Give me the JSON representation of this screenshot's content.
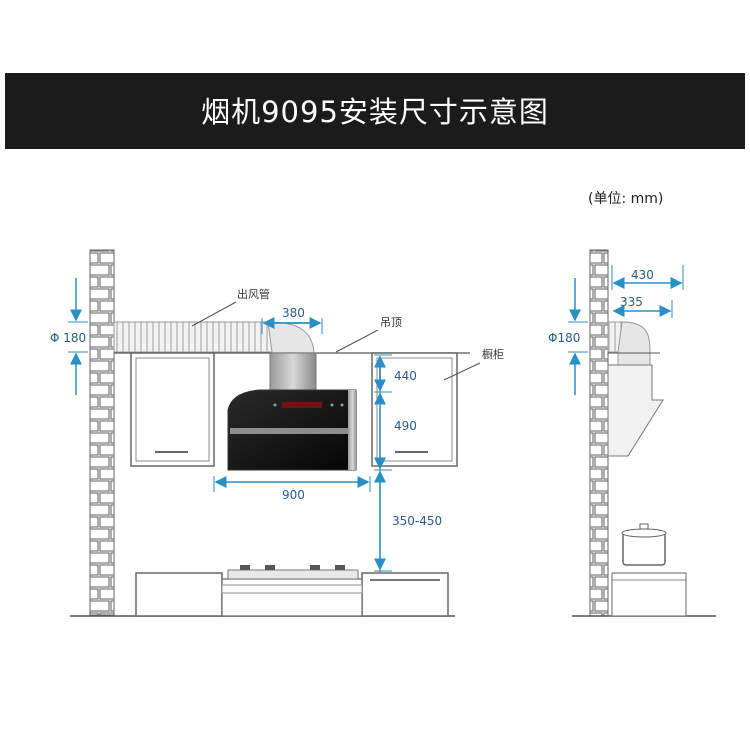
{
  "title": "烟机9095安装尺寸示意图",
  "unit_note": "(单位: mm)",
  "labels": {
    "duct": "出风管",
    "ceiling": "吊顶",
    "cabinet": "橱柜"
  },
  "dimensions": {
    "duct_diameter_left": "Φ 180",
    "duct_offset": "380",
    "hood_top_height": "440",
    "hood_body_height": "490",
    "hood_width": "900",
    "install_height": "350-450",
    "side_offset_outer": "430",
    "side_offset_inner": "335",
    "duct_diameter_right": "Φ180"
  },
  "colors": {
    "title_bar": "#1b1b1b",
    "dimension_line": "#2a8fc7",
    "outline": "#555555"
  }
}
